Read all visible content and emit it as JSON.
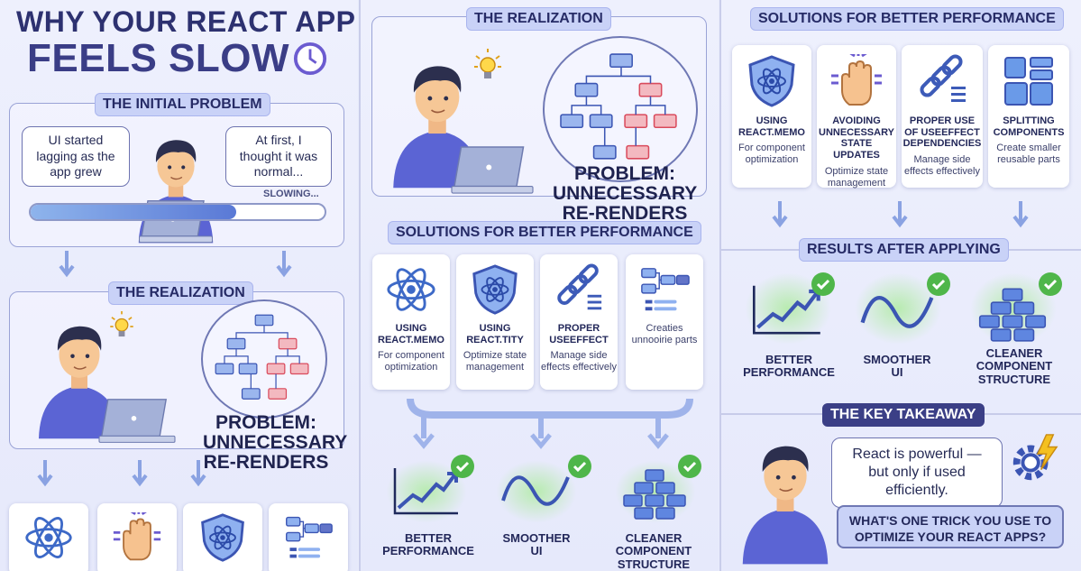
{
  "left": {
    "title_line1": "WHY YOUR REACT APP",
    "title_line2": "FEELS SLOW",
    "initial_problem_label": "THE INITIAL PROBLEM",
    "bubble_left": "UI started lagging as the app grew",
    "bubble_right": "At first, I thought it was normal...",
    "slowing_label": "SLOWING...",
    "realization_label": "THE REALIZATION",
    "problem_text": "PROBLEM: UNNECESSARY RE-RENDERS"
  },
  "middle": {
    "realization_label": "THE REALIZATION",
    "problem_text": "PROBLEM: UNNECESSARY RE-RENDERS",
    "solutions_label": "SOLUTIONS FOR BETTER PERFORMANCE",
    "cards": [
      {
        "title": "USING REACT.MEMO",
        "desc": "For component optimization",
        "icon": "react-shield-icon"
      },
      {
        "title": "USING REACT.TITY",
        "desc": "Optimize state management",
        "icon": "react-shield-check-icon"
      },
      {
        "title": "PROPER USEEFFECT",
        "desc": "Manage side effects effectively",
        "icon": "chain-link-icon"
      },
      {
        "title": "",
        "desc": "Creaties unnooirie parts",
        "icon": "component-tree-icon"
      }
    ],
    "results": [
      {
        "label": "BETTER PERFORMANCE",
        "icon": "trend-up-icon"
      },
      {
        "label": "SMOOTHER UI",
        "icon": "wave-icon"
      },
      {
        "label": "CLEANER COMPONENT STRUCTURE",
        "icon": "blocks-icon"
      }
    ]
  },
  "right": {
    "solutions_label": "SOLUTIONS FOR BETTER PERFORMANCE",
    "cards": [
      {
        "title": "USING REACT.MEMO",
        "desc": "For component optimization",
        "icon": "react-shield-icon"
      },
      {
        "title": "AVOIDING UNNECESSARY STATE UPDATES",
        "desc": "Optimize state management",
        "icon": "hand-stop-icon"
      },
      {
        "title": "PROPER USE OF USEEFFECT DEPENDENCIES",
        "desc": "Manage side effects effectively",
        "icon": "chain-link-icon"
      },
      {
        "title": "SPLITTING COMPONENTS",
        "desc": "Create smaller reusable parts",
        "icon": "grid-blocks-icon"
      }
    ],
    "results_label": "RESULTS AFTER APPLYING",
    "results": [
      {
        "label": "BETTER PERFORMANCE",
        "icon": "trend-up-icon"
      },
      {
        "label": "SMOOTHER UI",
        "icon": "wave-icon"
      },
      {
        "label": "CLEANER COMPONENT STRUCTURE",
        "icon": "blocks-icon"
      }
    ],
    "takeaway_label": "THE KEY TAKEAWAY",
    "takeaway_bubble": "React is powerful — but only if used efficiently.",
    "question": "WHAT'S ONE TRICK YOU USE TO OPTIMIZE YOUR REACT APPS?"
  },
  "colors": {
    "navy": "#2d3170",
    "pill": "#c9d2f7",
    "accent_red": "#e05a6a",
    "green": "#4fb64a",
    "blue_icon": "#4a63c9"
  }
}
